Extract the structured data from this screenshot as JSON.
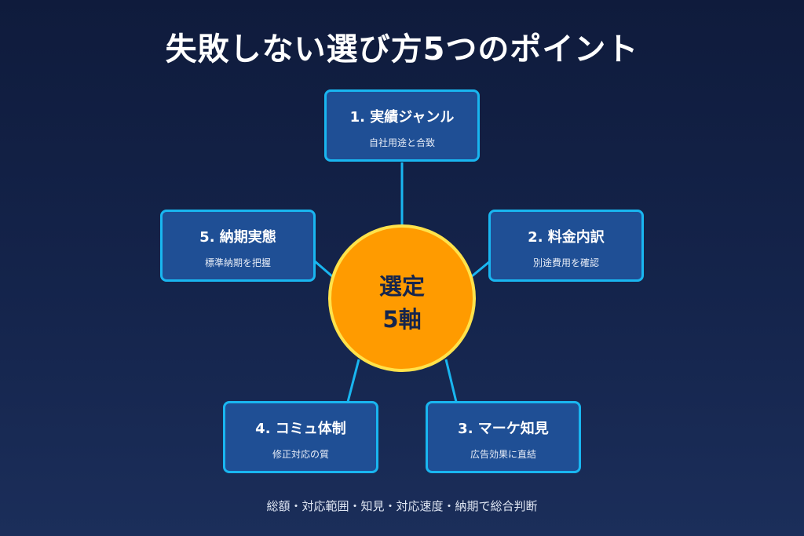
{
  "title": "失敗しない選び方5つのポイント",
  "hub": {
    "line1": "選定",
    "line2": "5軸"
  },
  "points": [
    {
      "title": "1. 実績ジャンル",
      "subtitle": "自社用途と合致"
    },
    {
      "title": "2. 料金内訳",
      "subtitle": "別途費用を確認"
    },
    {
      "title": "3. マーケ知見",
      "subtitle": "広告効果に直結"
    },
    {
      "title": "4. コミュ体制",
      "subtitle": "修正対応の質"
    },
    {
      "title": "5. 納期実態",
      "subtitle": "標準納期を把握"
    }
  ],
  "footer": "総額・対応範囲・知見・対応速度・納期で総合判断",
  "colors": {
    "background": "#15254d",
    "node_fill": "#1f4f95",
    "node_border": "#19b6f0",
    "hub_fill": "#ff9b00",
    "hub_border": "#ffe24a"
  }
}
